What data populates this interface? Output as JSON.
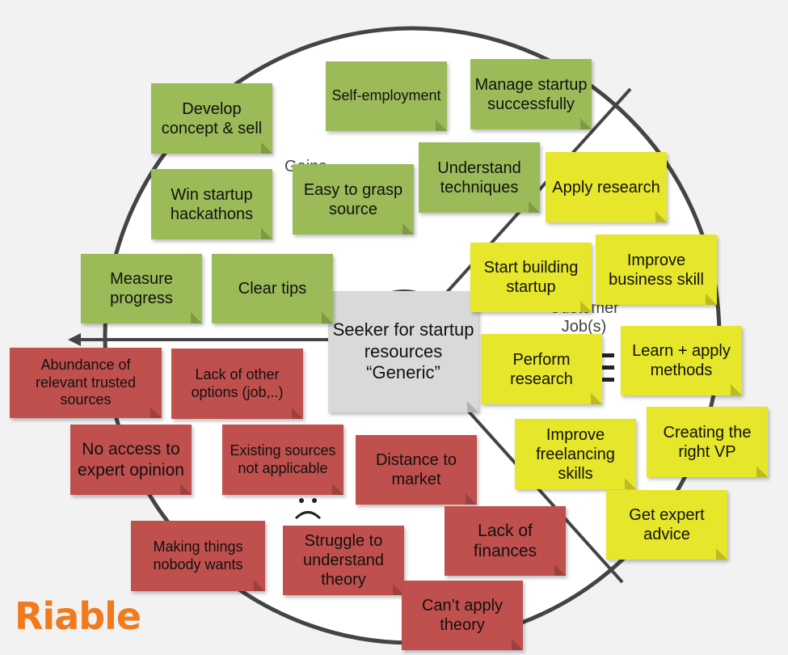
{
  "labels": {
    "gains": "Gains",
    "jobs": "Customer Job(s)",
    "pains_icon": "sad-face"
  },
  "center": {
    "text": "Seeker for startup resources “Generic”"
  },
  "gains": [
    {
      "text": "Develop concept & sell"
    },
    {
      "text": "Self-employment"
    },
    {
      "text": "Manage startup successfully"
    },
    {
      "text": "Understand techniques"
    },
    {
      "text": "Win startup hackathons"
    },
    {
      "text": "Easy to grasp source"
    },
    {
      "text": "Measure progress"
    },
    {
      "text": "Clear tips"
    }
  ],
  "jobs": [
    {
      "text": "Apply research"
    },
    {
      "text": "Start building startup"
    },
    {
      "text": "Improve business skill"
    },
    {
      "text": "Perform research"
    },
    {
      "text": "Learn + apply methods"
    },
    {
      "text": "Improve freelancing skills"
    },
    {
      "text": "Creating the right VP"
    },
    {
      "text": "Get expert advice"
    }
  ],
  "pains": [
    {
      "text": "Abundance of relevant trusted sources"
    },
    {
      "text": "Lack of other options (job,..)"
    },
    {
      "text": "No access to expert opinion"
    },
    {
      "text": "Existing sources not applicable"
    },
    {
      "text": "Distance to market"
    },
    {
      "text": "Lack of finances"
    },
    {
      "text": "Making things nobody wants"
    },
    {
      "text": "Struggle to understand theory"
    },
    {
      "text": "Can’t apply theory"
    }
  ],
  "logo": {
    "text": "Riable"
  },
  "colors": {
    "gain": "#9bbb59",
    "job": "#e6e62a",
    "pain": "#c0504d",
    "center": "#d9d9d9",
    "logo": "#f07a1e"
  }
}
